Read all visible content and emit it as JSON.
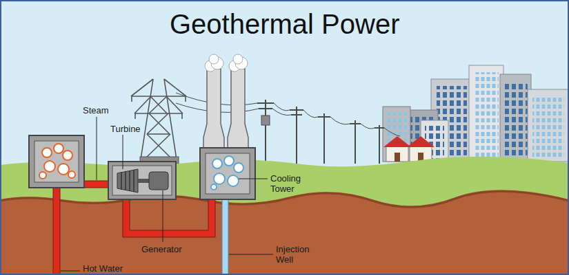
{
  "diagram": {
    "title": "Geothermal Power",
    "labels": [
      "Steam",
      "Turbine",
      "Cooling Tower",
      "Generator",
      "Injection Well",
      "Hot Water"
    ]
  }
}
